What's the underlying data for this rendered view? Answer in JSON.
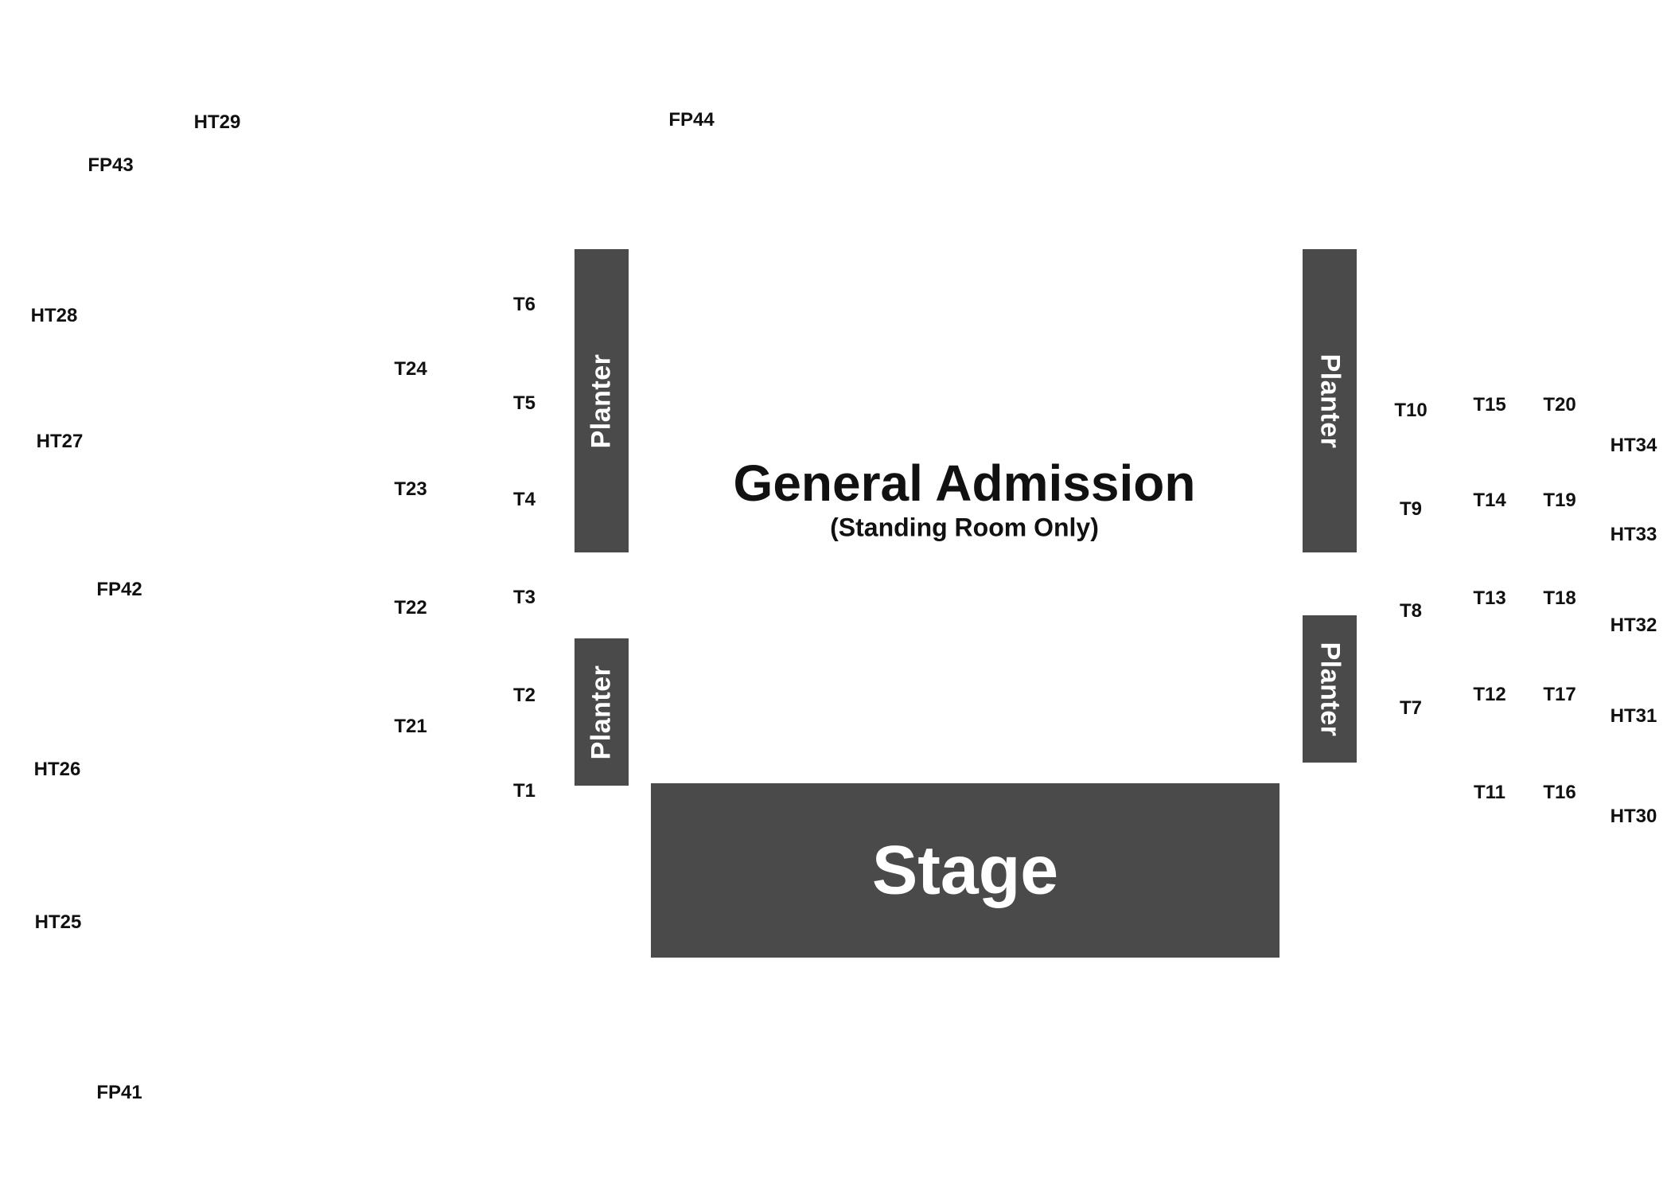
{
  "areas": {
    "general_admission": "General Admission",
    "general_admission_note": "(Standing Room Only)",
    "stage": "Stage",
    "planter": "Planter"
  },
  "colors": {
    "block_fill": "#4a4a4a",
    "block_text": "#ffffff",
    "label_text": "#111111",
    "background": "#ffffff"
  },
  "tables": {
    "HT29": "HT29",
    "FP43": "FP43",
    "FP44": "FP44",
    "HT28": "HT28",
    "HT27": "HT27",
    "FP42": "FP42",
    "HT26": "HT26",
    "HT25": "HT25",
    "FP41": "FP41",
    "T24": "T24",
    "T23": "T23",
    "T22": "T22",
    "T21": "T21",
    "T6": "T6",
    "T5": "T5",
    "T4": "T4",
    "T3": "T3",
    "T2": "T2",
    "T1": "T1",
    "T10": "T10",
    "T9": "T9",
    "T8": "T8",
    "T7": "T7",
    "T15": "T15",
    "T14": "T14",
    "T13": "T13",
    "T12": "T12",
    "T11": "T11",
    "T20": "T20",
    "T19": "T19",
    "T18": "T18",
    "T17": "T17",
    "T16": "T16",
    "HT34": "HT34",
    "HT33": "HT33",
    "HT32": "HT32",
    "HT31": "HT31",
    "HT30": "HT30"
  }
}
